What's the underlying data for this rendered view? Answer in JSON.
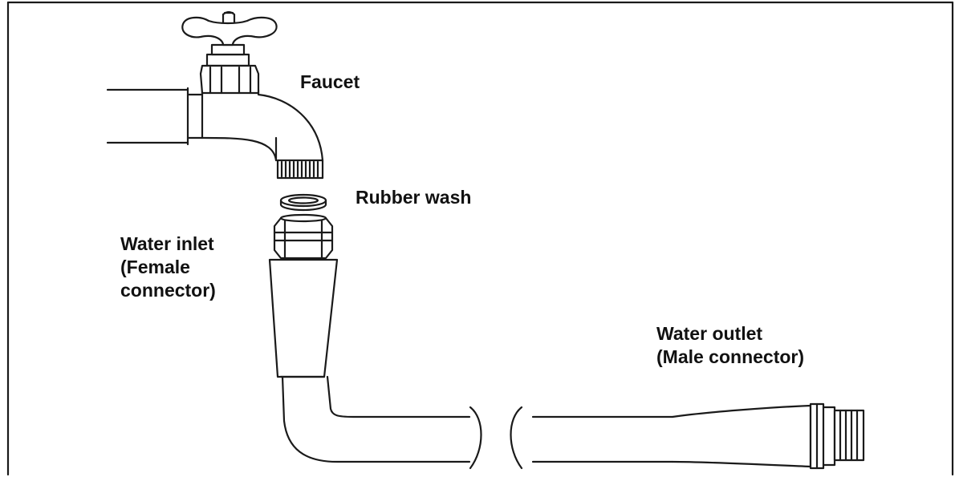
{
  "labels": {
    "faucet": "Faucet",
    "rubber_wash": "Rubber wash",
    "water_inlet_line1": "Water inlet",
    "water_inlet_line2": "(Female",
    "water_inlet_line3": "connector)",
    "water_outlet_line1": "Water outlet",
    "water_outlet_line2": "(Male connector)"
  },
  "colors": {
    "stroke": "#1a1a1a",
    "background": "#ffffff"
  }
}
